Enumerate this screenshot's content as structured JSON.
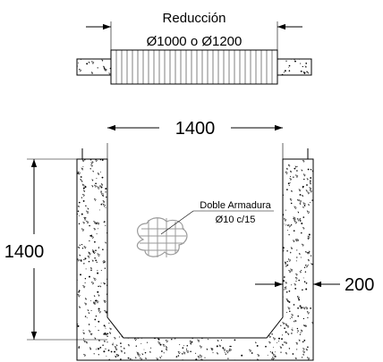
{
  "diagram": {
    "reduction_title": "Reducción",
    "reduction_diameters": "Ø1000 o Ø1200",
    "width_dimension": "1400",
    "height_dimension": "1400",
    "wall_thickness_dimension": "200",
    "reinforcement_label_line1": "Doble Armadura",
    "reinforcement_label_line2": "Ø10 c/15"
  },
  "colors": {
    "line": "#000000",
    "concrete_fill": "#ffffff",
    "speckle": "#000000",
    "mesh": "#9a9a9a"
  }
}
